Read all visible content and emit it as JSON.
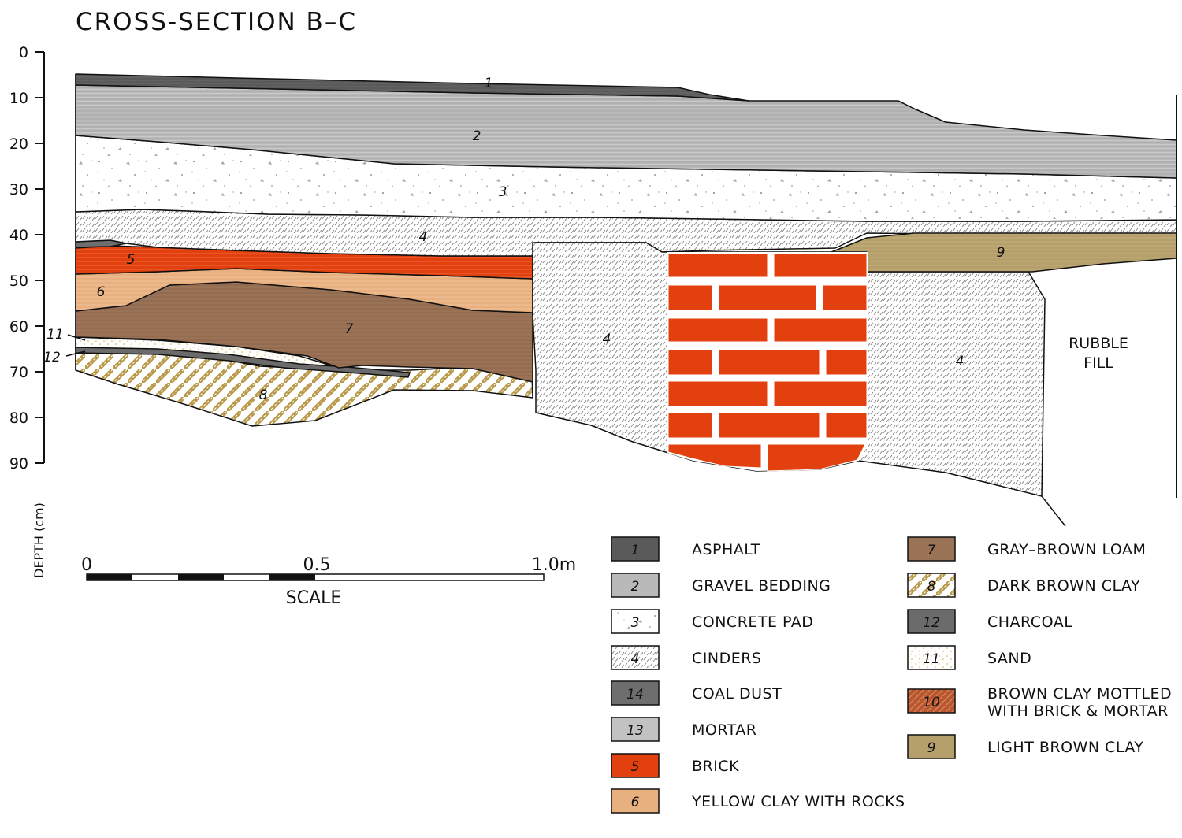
{
  "title": "CROSS-SECTION B–C",
  "axis": {
    "label": "DEPTH (cm)",
    "ticks": [
      "0",
      "10",
      "20",
      "30",
      "40",
      "50",
      "60",
      "70",
      "80",
      "90"
    ]
  },
  "layer_labels": {
    "l1": "1",
    "l2": "2",
    "l3": "3",
    "l4a": "4",
    "l4b": "4",
    "l4c": "4",
    "l5": "5",
    "l6": "6",
    "l7": "7",
    "l8": "8",
    "l9": "9",
    "l11": "11",
    "l12": "12"
  },
  "rubble_fill": {
    "line1": "RUBBLE",
    "line2": "FILL"
  },
  "scale": {
    "start": "0",
    "mid": "0.5",
    "end": "1.0m",
    "label": "SCALE"
  },
  "legend": {
    "left": [
      {
        "num": "1",
        "label": "ASPHALT"
      },
      {
        "num": "2",
        "label": "GRAVEL BEDDING"
      },
      {
        "num": "3",
        "label": "CONCRETE PAD"
      },
      {
        "num": "4",
        "label": "CINDERS"
      },
      {
        "num": "14",
        "label": "COAL DUST"
      },
      {
        "num": "13",
        "label": "MORTAR"
      },
      {
        "num": "5",
        "label": "BRICK"
      },
      {
        "num": "6",
        "label": "YELLOW CLAY WITH ROCKS"
      }
    ],
    "right": [
      {
        "num": "7",
        "label": "GRAY–BROWN LOAM"
      },
      {
        "num": "8",
        "label": "DARK BROWN CLAY"
      },
      {
        "num": "12",
        "label": "CHARCOAL"
      },
      {
        "num": "11",
        "label": "SAND"
      },
      {
        "num": "10",
        "label": "BROWN CLAY MOTTLED",
        "label2": "WITH BRICK & MORTAR"
      },
      {
        "num": "9",
        "label": "LIGHT BROWN CLAY"
      }
    ]
  },
  "colors": {
    "asphalt": "#5a5a5a",
    "gravel": "#b9b9b9",
    "concrete": "#ffffff",
    "cinders": "#ffffff",
    "coal_dust": "#6e6e6e",
    "mortar": "#c2c2c2",
    "brick": "#e2400f",
    "yellow_clay": "#e9b07f",
    "loam": "#9a7256",
    "dark_brown_clay": "#c9a95a",
    "charcoal": "#6b6b6b",
    "sand": "#e2c574",
    "mottled": "#b8562d",
    "light_brown_clay": "#b59f6b"
  }
}
